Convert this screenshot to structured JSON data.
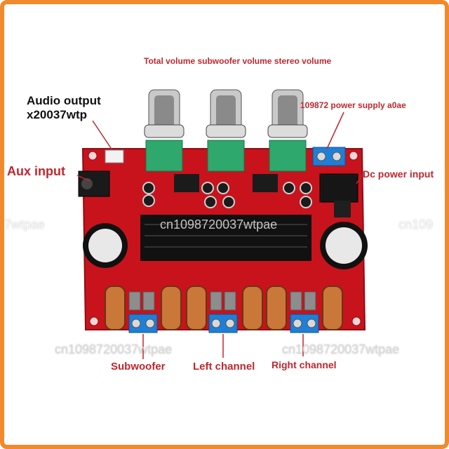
{
  "labels": {
    "top_title": "Total volume subwoofer volume stereo volume",
    "audio_output_line1": "Audio output",
    "audio_output_line2": "x20037wtp",
    "aux_input": "Aux input",
    "power_supply": "109872 power supply a0ae",
    "dc_power_input": "Dc power input",
    "subwoofer": "Subwoofer",
    "left_channel": "Left channel",
    "right_channel": "Right channel"
  },
  "watermarks": {
    "center": "cn1098720037wtpae",
    "left_edge": "7wtpae",
    "right_edge": "cn109",
    "bottom_left": "cn1098720037wtpae",
    "bottom_right": "cn1098720037wtpae"
  },
  "colors": {
    "frame_border": "#f08a2c",
    "board_red": "#c8131c",
    "label_red": "#c0262d",
    "terminal_blue": "#1f7fd6",
    "pot_green": "#2ea86c",
    "heatsink": "#111111"
  }
}
